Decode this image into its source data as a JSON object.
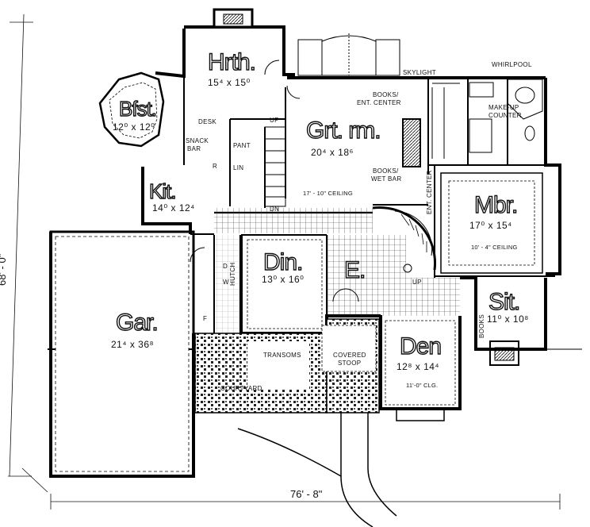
{
  "rooms": {
    "hearth": {
      "name": "Hrth.",
      "size": "15⁴ x 15⁰"
    },
    "breakfast": {
      "name": "Bfst.",
      "size": "12⁰ x 12⁰"
    },
    "kitchen": {
      "name": "Kit.",
      "size": "14⁰ x 12⁴"
    },
    "great_room": {
      "name": "Grt. rm.",
      "size": "20⁴ x 18⁶",
      "ceiling": "17' - 10\" CEILING"
    },
    "master": {
      "name": "Mbr.",
      "size": "17⁰ x 15⁴",
      "ceiling": "10' - 4\" CEILING"
    },
    "dining": {
      "name": "Din.",
      "size": "13⁰ x 16⁰"
    },
    "entry": {
      "name": "E."
    },
    "sitting": {
      "name": "Sit.",
      "size": "11⁰ x 10⁸"
    },
    "den": {
      "name": "Den",
      "size": "12⁸ x 14⁴",
      "ceiling": "11'-0\" CLG."
    },
    "garage": {
      "name": "Gar.",
      "size": "21⁴ x 36⁸"
    }
  },
  "labels": {
    "skylight": "SKYLIGHT",
    "whirlpool": "WHIRLPOOL",
    "books_ent": "BOOKS/\nENT. CENTER",
    "books_ent_1": "BOOKS/",
    "books_ent_2": "ENT. CENTER",
    "makeup_1": "MAKE-UP",
    "makeup_2": "COUNTER",
    "books_wet_1": "BOOKS/",
    "books_wet_2": "WET BAR",
    "desk": "DESK",
    "up1": "UP",
    "up2": "UP",
    "dn": "DN",
    "snack_1": "SNACK",
    "snack_2": "BAR",
    "pant": "PANT",
    "lin": "LIN",
    "r": "R",
    "d": "D",
    "w": "W",
    "f": "F",
    "hutch": "HUTCH",
    "ent_center": "ENT. CENTER",
    "books_v": "BOOKS",
    "transoms": "TRANSOMS",
    "covered_1": "COVERED",
    "covered_2": "STOOP",
    "courtyard": "COURTYARD"
  },
  "dimensions": {
    "width": "76' - 8\"",
    "depth": "68' - 0\""
  }
}
